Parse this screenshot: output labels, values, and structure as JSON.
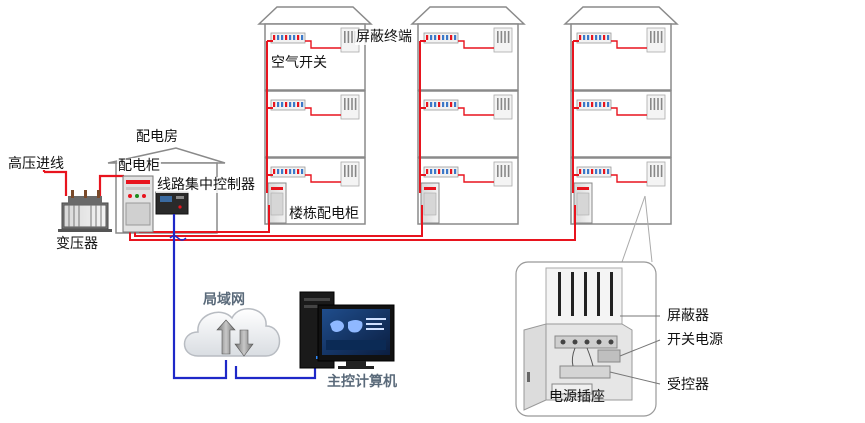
{
  "labels": {
    "high_voltage_in": "高压进线",
    "transformer": "变压器",
    "distribution_room": "配电房",
    "distribution_cabinet": "配电柜",
    "line_controller": "线路集中控制器",
    "air_switch": "空气开关",
    "shield_terminal": "屏蔽终端",
    "building_cabinet": "楼栋配电柜",
    "lan": "局域网",
    "main_computer": "主控计算机",
    "shielder": "屏蔽器",
    "switch_power": "开关电源",
    "controlled_device": "受控器",
    "power_socket": "电源插座"
  },
  "colors": {
    "power_line": "#e8141e",
    "network_line": "#1e28c8",
    "outline": "#8a8a8a",
    "building_fill": "#ffffff"
  },
  "layout": {
    "buildings": 3,
    "floors_per_building": 3
  }
}
